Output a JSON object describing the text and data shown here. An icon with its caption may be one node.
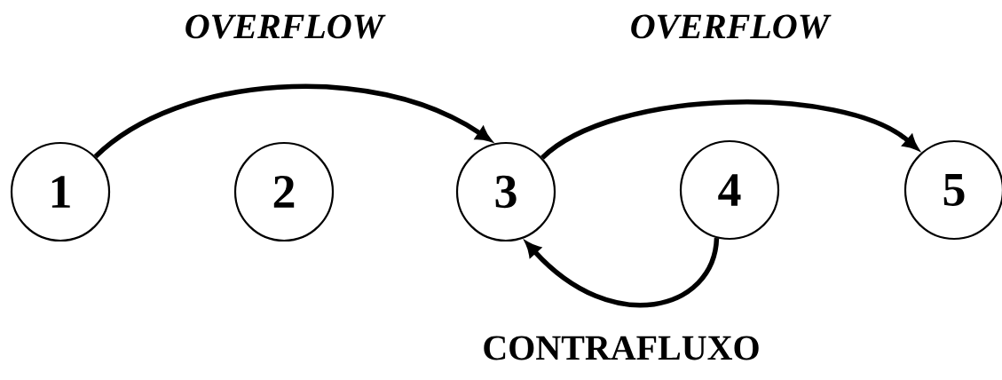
{
  "diagram": {
    "nodes": [
      {
        "text": [
          "1"
        ]
      },
      {
        "text": [
          "2"
        ]
      },
      {
        "text": [
          "3"
        ]
      },
      {
        "text": [
          "4"
        ]
      },
      {
        "text": [
          "5"
        ]
      }
    ],
    "edges": [
      {
        "from": 0,
        "to": 2,
        "arrow": "to",
        "label": "OVERFLOW"
      },
      {
        "from": 2,
        "to": 4,
        "arrow": "to",
        "label": "OVERFLOW"
      },
      {
        "from": 3,
        "to": 2,
        "arrow": "to",
        "label": "CONTRAFLUXO"
      }
    ]
  }
}
